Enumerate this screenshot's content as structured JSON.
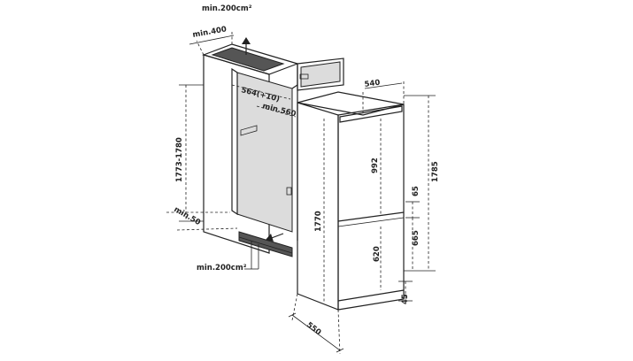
{
  "labels": {
    "vent_top": "min.200cm²",
    "vent_bottom": "min.200cm²",
    "niche_width": "min.400",
    "niche_depth_inner": "564(+10)",
    "niche_depth_min": "min.560",
    "niche_height": "1773-1780",
    "plinth_depth": "min.50",
    "appliance_width": "540",
    "appliance_depth": "550",
    "body_height": "1770",
    "total_height": "1785",
    "fridge_door": "992",
    "gap": "65",
    "freezer_door": "620",
    "freezer_section": "665",
    "bottom_offset": "45"
  }
}
